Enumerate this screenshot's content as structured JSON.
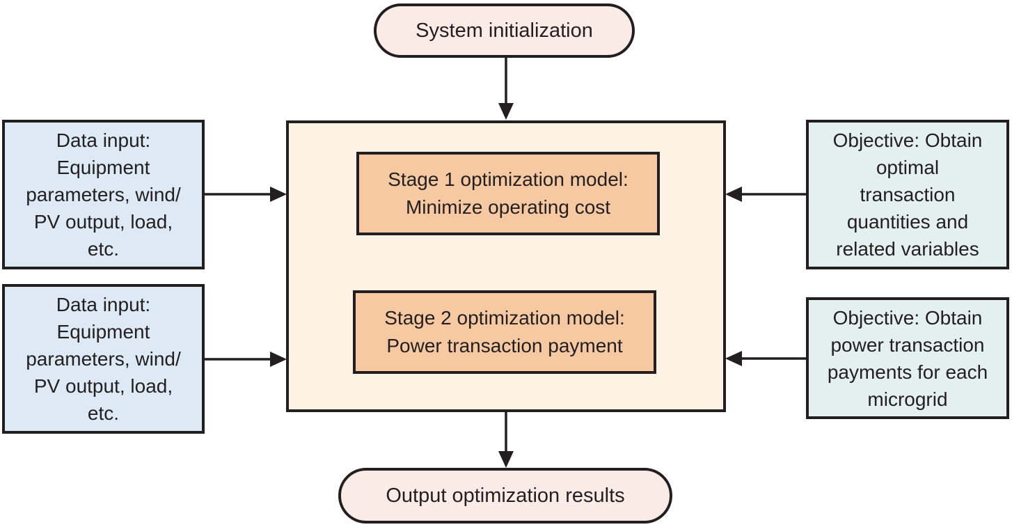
{
  "diagram_type": "flowchart",
  "colors": {
    "terminal_fill": "#fbebe7",
    "input_fill": "#dde9f5",
    "container_fill": "#fdf3e5",
    "stage_fill": "#f6c9a2",
    "objective_fill": "#e4f0ed",
    "line": "#231f20"
  },
  "nodes": {
    "start": {
      "label": "System initialization"
    },
    "stage1": {
      "label": "Stage 1 optimization model:\nMinimize operating cost"
    },
    "stage2": {
      "label": "Stage 2 optimization model:\nPower transaction payment"
    },
    "input_top": {
      "label": "Data input:\nEquipment\nparameters, wind/\nPV output, load,\netc."
    },
    "input_bottom": {
      "label": "Data input:\nEquipment\nparameters, wind/\nPV output, load,\netc."
    },
    "objective_top": {
      "label": "Objective: Obtain\noptimal\ntransaction\nquantities and\nrelated variables"
    },
    "objective_bottom": {
      "label": "Objective: Obtain\npower transaction\npayments for each\nmicrogrid"
    },
    "end": {
      "label": "Output optimization results"
    }
  },
  "edges": [
    {
      "from": "start",
      "to": "optimization-container",
      "direction": "down"
    },
    {
      "from": "input_top",
      "to": "optimization-container",
      "direction": "right"
    },
    {
      "from": "input_bottom",
      "to": "optimization-container",
      "direction": "right"
    },
    {
      "from": "objective_top",
      "to": "optimization-container",
      "direction": "left"
    },
    {
      "from": "objective_bottom",
      "to": "optimization-container",
      "direction": "left"
    },
    {
      "from": "optimization-container",
      "to": "end",
      "direction": "down"
    }
  ]
}
